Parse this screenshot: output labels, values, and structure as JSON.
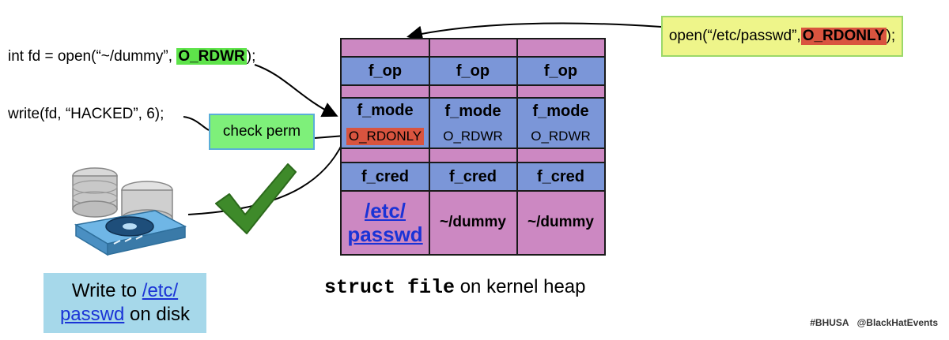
{
  "code": {
    "open_prefix": "int fd = open(“~/dummy”, ",
    "open_flag": "O_RDWR",
    "open_suffix": ");",
    "write_line": "write(fd, “HACKED”, 6);"
  },
  "yellow_box": {
    "prefix": "open(“/etc/passwd”, ",
    "flag": "O_RDONLY",
    "suffix": ");"
  },
  "check_label": "check perm",
  "table": {
    "op_label": "f_op",
    "mode_label": "f_mode",
    "cred_label": "f_cred",
    "columns": [
      {
        "mode_value": "O_RDONLY",
        "path_line1": "/etc/",
        "path_line2": "passwd"
      },
      {
        "mode_value": "O_RDWR",
        "path": "~/dummy"
      },
      {
        "mode_value": "O_RDWR",
        "path": "~/dummy"
      }
    ]
  },
  "disk_box": {
    "line1_prefix": "Write to ",
    "link1": "/etc/",
    "link2": "passwd",
    "line2_suffix": " on disk"
  },
  "caption": {
    "code": "struct file",
    "rest": " on kernel heap"
  },
  "footer": {
    "tag1": "#BHUSA",
    "tag2": "@BlackHatEvents"
  },
  "colors": {
    "struct_blue": "#7b96d8",
    "struct_pink": "#cc88c2",
    "highlight_green": "#5ee34a",
    "highlight_red": "#d9543f",
    "check_green": "#3e8a2a",
    "link_blue": "#1a33d6"
  },
  "icons": [
    "database-server-icon",
    "hard-disk-icon",
    "checkmark-icon"
  ]
}
